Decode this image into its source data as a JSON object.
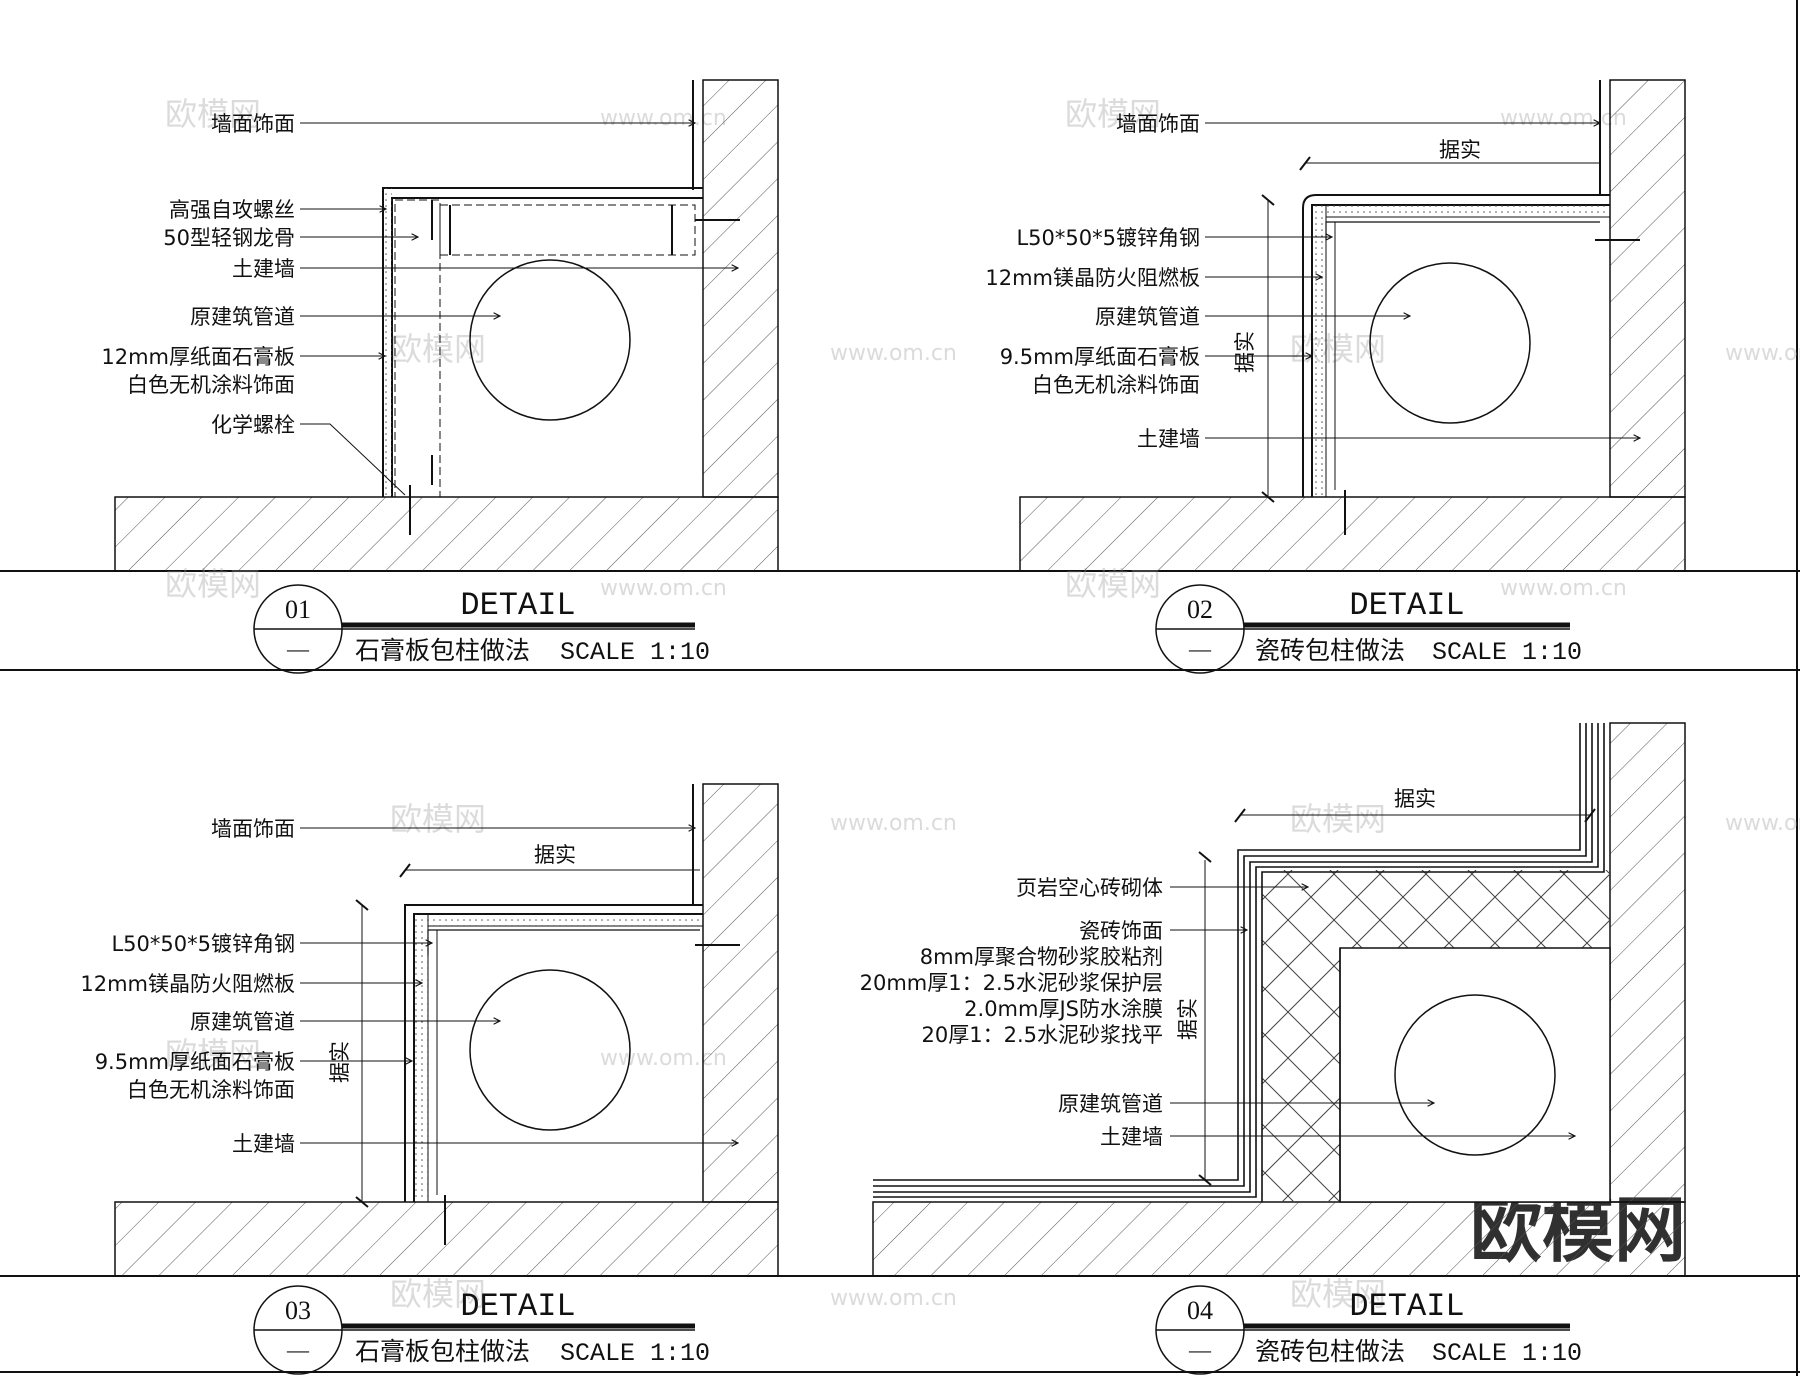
{
  "details": [
    {
      "number": "01",
      "sub": "—",
      "title": "DETAIL",
      "subtitle": "石膏板包柱做法",
      "scale": "SCALE 1:10",
      "labels": [
        "墙面饰面",
        "高强自攻螺丝",
        "50型轻钢龙骨",
        "土建墙",
        "原建筑管道",
        "12mm厚纸面石膏板",
        "白色无机涂料饰面",
        "化学螺栓"
      ]
    },
    {
      "number": "02",
      "sub": "—",
      "title": "DETAIL",
      "subtitle": "瓷砖包柱做法",
      "scale": "SCALE 1:10",
      "labels": [
        "墙面饰面",
        "L50*50*5镀锌角钢",
        "12mm镁晶防火阻燃板",
        "原建筑管道",
        "9.5mm厚纸面石膏板",
        "白色无机涂料饰面",
        "土建墙"
      ],
      "dims": [
        "据实",
        "据实"
      ]
    },
    {
      "number": "03",
      "sub": "—",
      "title": "DETAIL",
      "subtitle": "石膏板包柱做法",
      "scale": "SCALE 1:10",
      "labels": [
        "墙面饰面",
        "L50*50*5镀锌角钢",
        "12mm镁晶防火阻燃板",
        "原建筑管道",
        "9.5mm厚纸面石膏板",
        "白色无机涂料饰面",
        "土建墙"
      ],
      "dims": [
        "据实",
        "据实"
      ]
    },
    {
      "number": "04",
      "sub": "—",
      "title": "DETAIL",
      "subtitle": "瓷砖包柱做法",
      "scale": "SCALE 1:10",
      "labels": [
        "页岩空心砖砌体",
        "瓷砖饰面",
        "8mm厚聚合物砂浆胶粘剂",
        "20mm厚1：2.5水泥砂浆保护层",
        "2.0mm厚JS防水涂膜",
        "20厚1：2.5水泥砂浆找平",
        "原建筑管道",
        "土建墙"
      ],
      "dims": [
        "据实",
        "据实"
      ]
    }
  ],
  "watermark": {
    "brand": "欧模网",
    "url": "www.om.cn"
  }
}
